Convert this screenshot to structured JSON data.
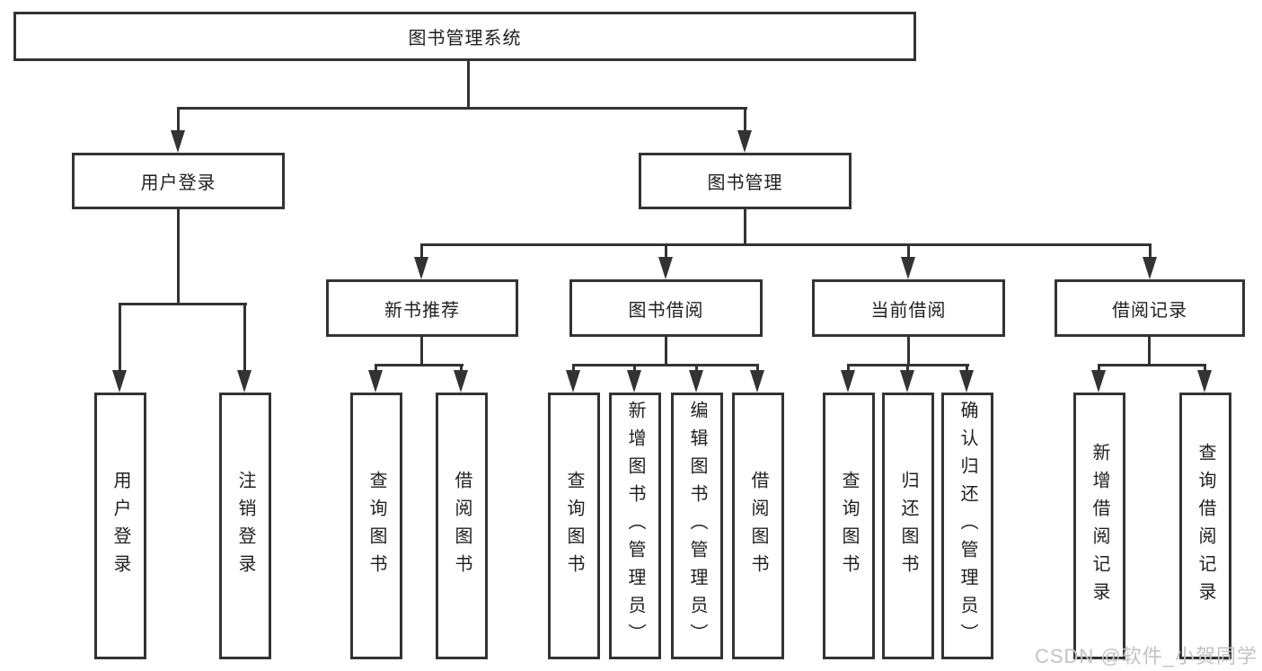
{
  "diagram": {
    "title": "图书管理系统",
    "branches": [
      {
        "label": "用户登录",
        "children": [
          "用户登录",
          "注销登录"
        ]
      },
      {
        "label": "图书管理",
        "children": [
          {
            "label": "新书推荐",
            "children": [
              "查询图书",
              "借阅图书"
            ]
          },
          {
            "label": "图书借阅",
            "children": [
              "查询图书",
              "新增图书（管理员）",
              "编辑图书（管理员）",
              "借阅图书"
            ]
          },
          {
            "label": "当前借阅",
            "children": [
              "查询图书",
              "归还图书",
              "确认归还（管理员）"
            ]
          },
          {
            "label": "借阅记录",
            "children": [
              "新增借阅记录",
              "查询借阅记录"
            ]
          }
        ]
      }
    ]
  },
  "watermark": {
    "text": "CSDN @软件_小贺同学"
  },
  "colors": {
    "line": "#333333",
    "box_border": "#333333",
    "box_fill": "#ffffff",
    "text": "#1f1f1f",
    "watermark_text": "#c3c3c3",
    "background": "#ffffff"
  }
}
